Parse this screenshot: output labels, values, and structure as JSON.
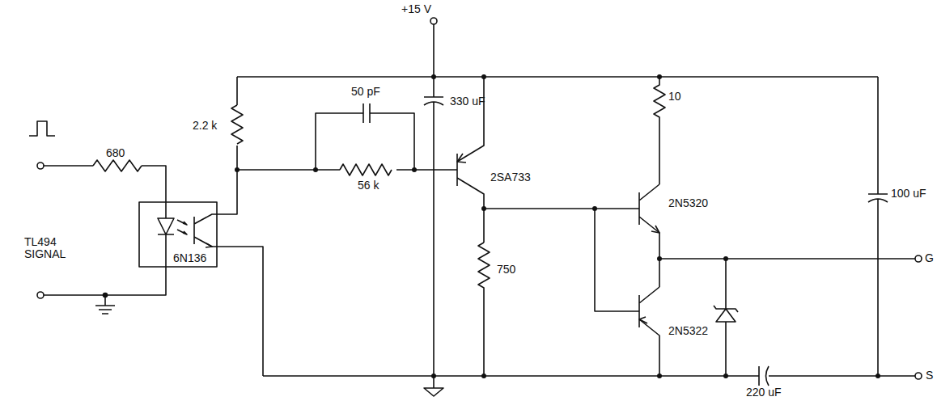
{
  "diagram": {
    "labels": [
      "TL494 SIGNAL",
      "680",
      "6N136",
      "2.2 k",
      "50 pF",
      "56 k",
      "2SA733",
      "+15 V",
      "330 uF",
      "10",
      "750",
      "2N5320",
      "2N5322",
      "100 uF",
      "G",
      "S",
      "220 uF"
    ]
  }
}
